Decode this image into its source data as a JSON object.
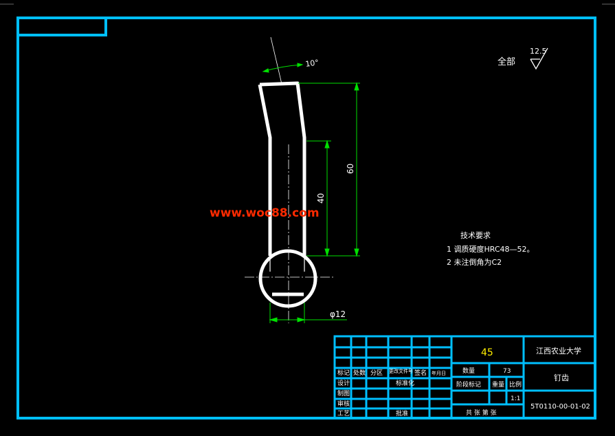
{
  "surface_finish": {
    "label": "全部",
    "value": "12.5"
  },
  "dimensions": {
    "angle": "10°",
    "length_total": "60",
    "length_straight": "40",
    "diameter": "φ12"
  },
  "watermark": "www.woc88.com",
  "tech_requirements": {
    "heading": "技术要求",
    "items": [
      "1 调质硬度HRC48—52。",
      "2 未注倒角为C2"
    ]
  },
  "title_block": {
    "material": "45",
    "university": "江西农业大学",
    "part_name": "钉齿",
    "drawing_number": "5T0110-00-01-02",
    "quantity_label": "数量",
    "quantity": "73",
    "stage_mark_label": "阶段标记",
    "weight_label": "重量",
    "scale_label": "比例",
    "scale": "1:1",
    "sheets_label": "共   张 第   张",
    "header_row": [
      "标记",
      "处数",
      "分区",
      "更改文件号",
      "签名",
      "年月日"
    ],
    "row_labels": [
      "设计",
      "制图",
      "审核",
      "工艺"
    ],
    "standardize_label": "标准化",
    "approve_label": "批准"
  },
  "colors": {
    "frame": "#00bfff",
    "part": "#ffffff",
    "dimension": "#00e000",
    "text": "#ffffff",
    "watermark": "#ff2a00",
    "material_text": "#ffee00"
  }
}
